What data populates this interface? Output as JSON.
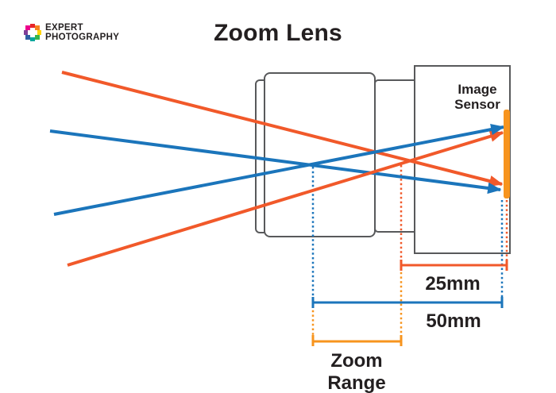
{
  "logo": {
    "brand_line1": "EXPERT",
    "brand_line2": "PHOTOGRAPHY",
    "colors": [
      "#E8252A",
      "#F58220",
      "#FFD400",
      "#39B54A",
      "#00A79D",
      "#2E5FA3",
      "#7F3F98",
      "#EC008C"
    ]
  },
  "title": "Zoom Lens",
  "diagram": {
    "sensor_label": {
      "line1": "Image",
      "line2": "Sensor"
    },
    "measurements": {
      "short_focal_label": "25mm",
      "long_focal_label": "50mm",
      "zoom_range_label": "Zoom Range"
    },
    "colors": {
      "blue_ray": "#1B75BB",
      "red_orange_ray": "#F1592A",
      "accent_orange": "#F7941E",
      "outline_gray": "#58595B",
      "label_text": "#231F20"
    }
  }
}
